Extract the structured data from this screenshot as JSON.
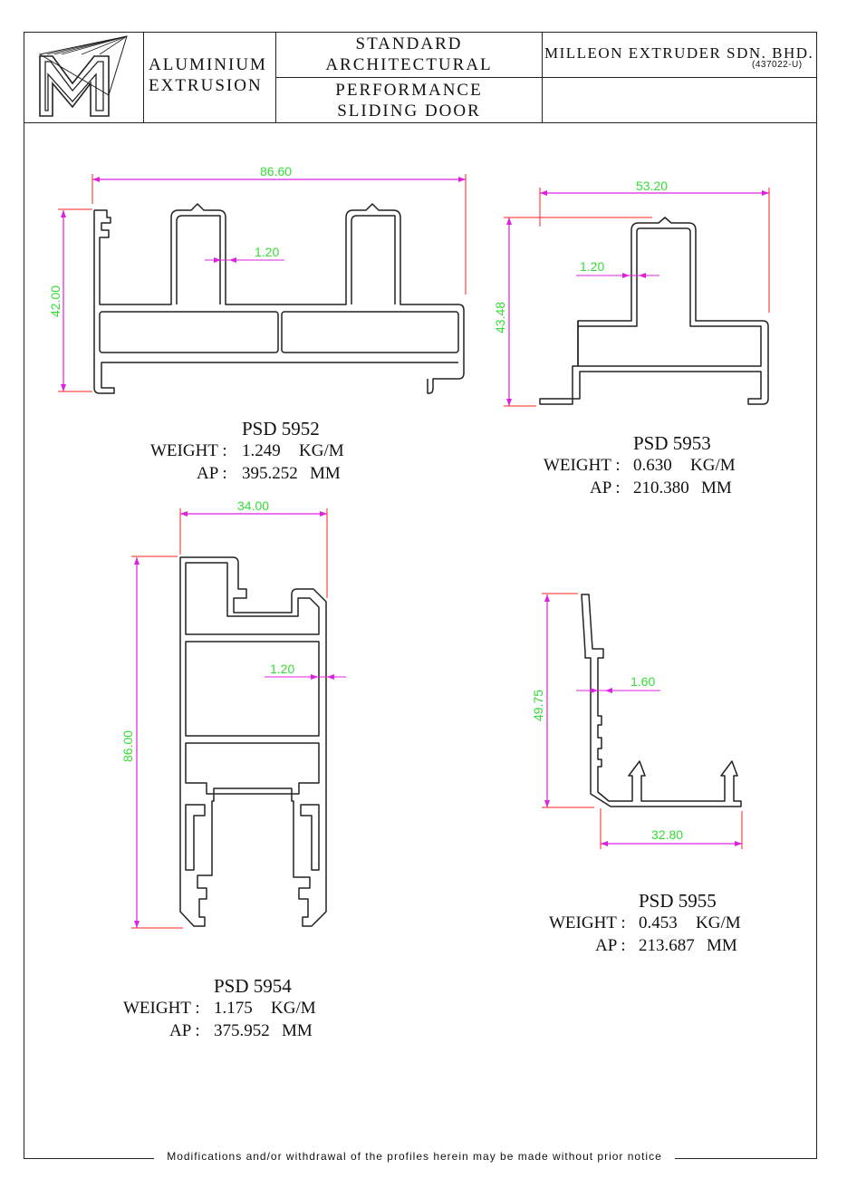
{
  "header": {
    "line1": "ALUMINIUM",
    "line2": "EXTRUSION",
    "category_line1": "STANDARD",
    "category_line2": "ARCHITECTURAL",
    "series_line1": "PERFORMANCE",
    "series_line2": "SLIDING DOOR",
    "company": "MILLEON EXTRUDER SDN. BHD.",
    "company_reg": "(437022-U)"
  },
  "colors": {
    "dimension_line": "#e020e0",
    "dimension_text": "#33dd33",
    "extension_line": "#ff2020",
    "profile_outline": "#222222"
  },
  "profiles": [
    {
      "code": "PSD 5952",
      "weight_label": "WEIGHT :",
      "weight": "1.249",
      "weight_unit": "KG/M",
      "ap_label": "AP :",
      "ap": "395.252",
      "ap_unit": "MM",
      "dims": {
        "width": "86.60",
        "height": "42.00",
        "thickness": "1.20"
      }
    },
    {
      "code": "PSD 5953",
      "weight_label": "WEIGHT :",
      "weight": "0.630",
      "weight_unit": "KG/M",
      "ap_label": "AP :",
      "ap": "210.380",
      "ap_unit": "MM",
      "dims": {
        "width": "53.20",
        "height": "43.48",
        "thickness": "1.20"
      }
    },
    {
      "code": "PSD 5954",
      "weight_label": "WEIGHT :",
      "weight": "1.175",
      "weight_unit": "KG/M",
      "ap_label": "AP :",
      "ap": "375.952",
      "ap_unit": "MM",
      "dims": {
        "width": "34.00",
        "height": "86.00",
        "thickness": "1.20"
      }
    },
    {
      "code": "PSD 5955",
      "weight_label": "WEIGHT :",
      "weight": "0.453",
      "weight_unit": "KG/M",
      "ap_label": "AP :",
      "ap": "213.687",
      "ap_unit": "MM",
      "dims": {
        "width": "32.80",
        "height": "49.75",
        "thickness": "1.60"
      }
    }
  ],
  "footer": {
    "note": "Modifications and/or withdrawal of the profiles herein may be made without prior notice"
  }
}
